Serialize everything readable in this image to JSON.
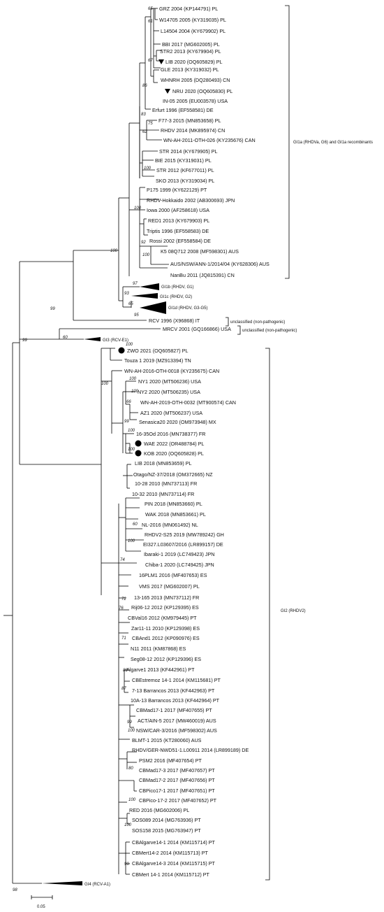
{
  "tree": {
    "taxa": {
      "GRZ": "GRZ 2004 (KP144791) PL",
      "W14705": "W14705 2005 (KY319035) PL",
      "L14504": "L14504 2004 (KY679902) PL",
      "BBI": "BBI 2017 (MG602005) PL",
      "STR2": "STR2 2013 (KY679904) PL",
      "LIB20": "LIB 2020 (OQ605829) PL",
      "GLE": "GLE 2013 (KY319032) PL",
      "WHNRH": "WHNRH 2005 (DQ280493) CN",
      "NRU": "NRU 2020 (OQ605830) PL",
      "IN05": "IN-05 2005 (EU003578) USA",
      "Erfurt": "Erfurt 1996 (EF558581) DE",
      "F77": "F77-3 2015 (MN853658) PL",
      "RHDV2014": "RHDV 2014 (MK895974) CN",
      "WNAH2011": "WN-AH-2011-OTH-026 (KY235676) CAN",
      "STR2014": "STR 2014 (KY679905) PL",
      "BIE": "BIE 2015 (KY319031) PL",
      "STR2012": "STR 2012 (KF677011) PL",
      "SKO": "SKO 2013 (KY319034) PL",
      "P175": "P175 1999 (KY622129) PT",
      "Hokkaido": "RHDV-Hokkaido 2002 (AB300693) JPN",
      "Iowa": "Iowa 2000 (AF258618) USA",
      "RED1": "RED1 2013 (KY679903) PL",
      "Triptis": "Triptis 1996 (EF558583) DE",
      "Rossi": "Rossi 2002 (EF558584) DE",
      "K5": "K5 08Q712 2008 (MF598301) AUS",
      "AUSNSW": "AUS/NSW/ANN-1/2014/04 (KY628306) AUS",
      "NanBu": "NanBu 2011 (JQ815391) CN",
      "RCV": "RCV 1996 (X96868) IT",
      "MRCV": "MRCV 2001 (GQ166866) USA",
      "ZWO": "ZWO 2021 (OQ605827) PL",
      "Touza": "Touza 1 2019 (MZ913394) TN",
      "WNAH2016": "WN-AH-2016-OTH-0018 (KY235675) CAN",
      "NY1": "NY1 2020 (MT506236) USA",
      "NY2": "NY2 2020 (MT506235) USA",
      "WNAH2019": "WN-AH-2019-OTH-0032 (MT900574) CAN",
      "AZ1": "AZ1 2020 (MT506237) USA",
      "Senasica": "Senasica20 2020 (OM973948) MX",
      "X1635": "16-35Od 2016 (MN738377) FR",
      "WAE": "WAE 2022 (OR488784) PL",
      "KOB": "KOB 2020 (OQ605828) PL",
      "LIB18": "LIB 2018 (MN853659) PL",
      "Otago": "Otago/NZ-37/2018 (OM372665) NZ",
      "X1028": "10-28 2010 (MN737113) FR",
      "X1032": "10-32 2010 (MN737114) FR",
      "PIN": "PIN 2018 (MN853660) PL",
      "WAK": "WAK 2018 (MN853661) PL",
      "NL": "NL-2016 (MN061492) NL",
      "RHDV2S25": "RHDV2-S25 2019 (MW789242) GH",
      "EI327": "EI327.L03607/2016 (LR899157) DE",
      "Ibaraki": "Ibaraki-1 2019 (LC749423) JPN",
      "Chiba": "Chiba-1 2020 (LC749425) JPN",
      "PLM1": "16PLM1 2016 (MF407653) ES",
      "VMS": "VMS 2017 (MG602007) PL",
      "X13165": "13-165 2013 (MN737112) FR",
      "Rij": "Rij06-12 2012 (KP129395) ES",
      "CBVal": "CBVal16 2012 (KM979445) PT",
      "Zar": "Zar11-11 2010 (KP129398) ES",
      "CBAnd": "CBAnd1 2012 (KP090976) ES",
      "N11": "N11 2011 (KM87868) ES",
      "Seg": "Seg08-12 2012 (KP129396) ES",
      "Algarve1": "Algarve1 2013 (KF442961) PT",
      "CBEstremoz": "CBEstremoz 14-1 2014 (KM115681) PT",
      "B713": "7-13 Barrancos 2013 (KF442963) PT",
      "B1013": "10A-13 Barrancos 2013 (KF442964) PT",
      "CBMad171": "CBMad17-1 2017 (MF407655) PT",
      "ACT": "ACT/AIN-5 2017 (MW460019) AUS",
      "NSW": "NSW/CAR-3/2016 (MF598302) AUS",
      "BLMT": "BLMT-1 2015 (KT280060) AUS",
      "GER": "RHDV/GER-NWD51-1.L00911 2014 (LR899189) DE",
      "PSM2": "PSM2 2016 (MF407654) PT",
      "CBMad173": "CBMad17-3 2017 (MF407657) PT",
      "CBMad172": "CBMad17-2 2017 (MF407656) PT",
      "CBPico171": "CBPico17-1 2017 (MF407651) PT",
      "CBPico172": "CBPico-17-2 2017 (MF407652) PT",
      "RED2016": "RED 2016 (MG602006) PL",
      "SOS089": "SOS089 2014 (MG763936) PT",
      "SOS158": "SOS158 2015 (MG763947) PT",
      "CBAlg141": "CBAlgarve14-1 2014 (KM115714) PT",
      "CBMert142": "CBMert14-2 2014 (KM115713) PT",
      "CBAlg143": "CBAlgarve14-3 2014 (KM115715) PT",
      "CBMert141": "CBMert 14-1 2014 (KM115712) PT"
    },
    "collapsed": {
      "gi1b": "GI1b (RHDV, G1)",
      "gi1c": "GI1c (RHDV, G2)",
      "gi1d": "GI1d (RHDV, G3-G5)",
      "gi3": "GI3 (RCV-E1)",
      "gi4": "GI4 (RCV-A1)"
    },
    "clades": {
      "gi1a": "GI1a (RHDVa, G6) and GI1a recombinants",
      "rcv_unclassified": "unclassified (non-pathogenic)",
      "mrcv_unclassified": "unclassified (non-pathogenic)",
      "gi2": "GI2 (RHDV2)"
    },
    "support": {
      "b65": "65",
      "b61": "61",
      "b67": "67",
      "b86": "86",
      "b83": "83",
      "b75": "75",
      "b62": "62",
      "b100a": "100",
      "b100b": "100",
      "b92": "92",
      "b100c": "100",
      "b100d": "100",
      "b97": "97",
      "b93": "93",
      "b65b": "65",
      "b95": "95",
      "b99a": "99",
      "b60": "60",
      "b99b": "99",
      "b100e": "100",
      "b100f": "100",
      "b100g": "100",
      "b100h": "100",
      "b66": "66",
      "b99c": "99",
      "b100i": "100",
      "b100j": "100",
      "b60b": "60",
      "b100k": "100",
      "b74": "74",
      "b72": "72",
      "b76": "76",
      "b71": "71",
      "b88": "88",
      "b87": "87",
      "b99d": "99",
      "b100l": "100",
      "b80": "80",
      "b100m": "100",
      "b100n": "100",
      "b99e": "99",
      "b98": "98"
    },
    "scale": "0.05"
  }
}
